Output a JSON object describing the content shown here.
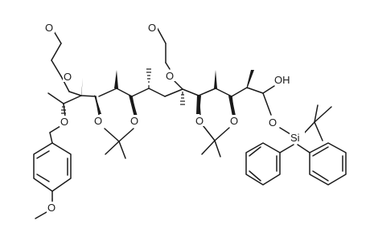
{
  "molecule": {
    "atoms": {
      "o_mom_left_top": "O",
      "o_mom_left": "O",
      "o_mom_center_top": "O",
      "o_mom_center": "O",
      "o_ring_left_a": "O",
      "o_ring_left_b": "O",
      "o_ring_right_a": "O",
      "o_ring_right_b": "O",
      "o_pmb_ether": "O",
      "o_pmb_methoxy": "O",
      "oh": "OH",
      "o_silyl": "O",
      "si": "Si"
    }
  }
}
